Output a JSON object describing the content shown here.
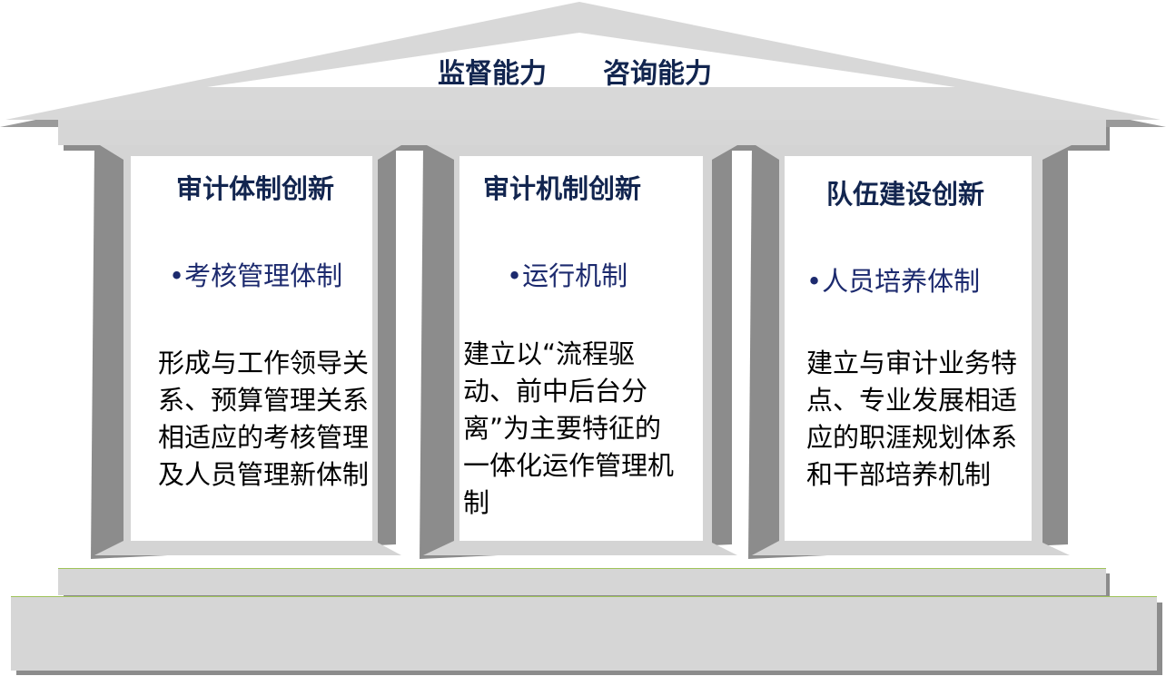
{
  "roof": {
    "left_title": "监督能力",
    "right_title": "咨询能力"
  },
  "pillars": [
    {
      "title": "审计体制创新",
      "bullet": "•考核管理体制",
      "text": "形成与工作领导关系、预算管理关系相适应的考核管理及人员管理新体制"
    },
    {
      "title": "审计机制创新",
      "bullet": "•运行机制",
      "text": "建立以“流程驱动、前中后台分离”为主要特征的一体化运作管理机制"
    },
    {
      "title": "队伍建设创新",
      "bullet": "•人员培养体制",
      "text": "建立与审计业务特点、专业发展相适应的职涯规划体系和干部培养机制"
    }
  ],
  "colors": {
    "title_navy": "#12254f",
    "bullet_blue": "#1c2a6e",
    "stone_gray": "#d6d6d6",
    "shadow_gray": "#8a8a8a",
    "panel_white": "#ffffff",
    "accent_green": "#9fc35a"
  }
}
